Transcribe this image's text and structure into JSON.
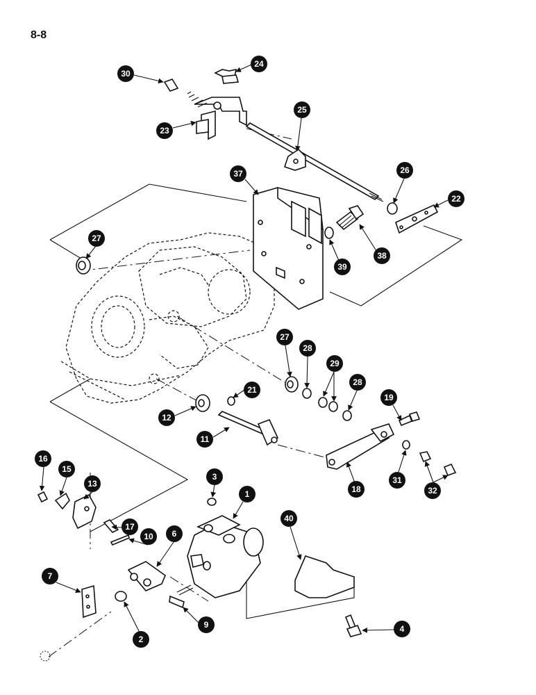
{
  "page": {
    "number": "8-8"
  },
  "diagram": {
    "callouts": [
      "30",
      "24",
      "23",
      "25",
      "37",
      "26",
      "22",
      "27",
      "38",
      "39",
      "27",
      "28",
      "29",
      "28",
      "21",
      "19",
      "12",
      "11",
      "18",
      "31",
      "32",
      "16",
      "15",
      "13",
      "3",
      "1",
      "40",
      "17",
      "10",
      "6",
      "7",
      "2",
      "9",
      "4"
    ]
  }
}
